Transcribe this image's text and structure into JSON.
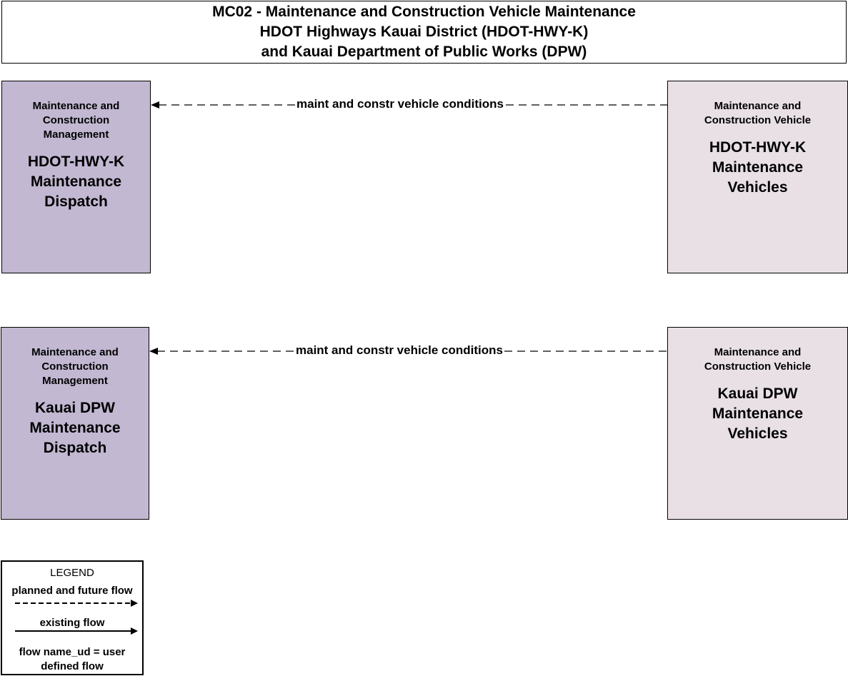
{
  "title": {
    "line1": "MC02 - Maintenance and Construction Vehicle Maintenance",
    "line2": "HDOT Highways Kauai District (HDOT-HWY-K)",
    "line3": "and Kauai Department of Public Works (DPW)"
  },
  "nodes": {
    "hdot_dispatch": {
      "class_line1": "Maintenance and",
      "class_line2": "Construction",
      "class_line3": "Management",
      "name_line1": "HDOT-HWY-K",
      "name_line2": "Maintenance",
      "name_line3": "Dispatch",
      "fill": "#c2b8d2"
    },
    "hdot_vehicles": {
      "class_line1": "Maintenance and",
      "class_line2": "Construction Vehicle",
      "name_line1": "HDOT-HWY-K",
      "name_line2": "Maintenance",
      "name_line3": "Vehicles",
      "fill": "#e9e0e6"
    },
    "dpw_dispatch": {
      "class_line1": "Maintenance and",
      "class_line2": "Construction",
      "class_line3": "Management",
      "name_line1": "Kauai DPW",
      "name_line2": "Maintenance",
      "name_line3": "Dispatch",
      "fill": "#c2b8d2"
    },
    "dpw_vehicles": {
      "class_line1": "Maintenance and",
      "class_line2": "Construction Vehicle",
      "name_line1": "Kauai DPW",
      "name_line2": "Maintenance",
      "name_line3": "Vehicles",
      "fill": "#e9e0e6"
    }
  },
  "flows": [
    {
      "label": "maint and constr vehicle conditions",
      "from": "HDOT-HWY-K Maintenance Vehicles",
      "to": "HDOT-HWY-K Maintenance Dispatch",
      "style": "planned"
    },
    {
      "label": "maint and constr vehicle conditions",
      "from": "Kauai DPW Maintenance Vehicles",
      "to": "Kauai DPW Maintenance Dispatch",
      "style": "planned"
    }
  ],
  "legend": {
    "title": "LEGEND",
    "planned": "planned and future flow",
    "existing": "existing flow",
    "note_line1": "flow name_ud = user",
    "note_line2": "defined flow"
  }
}
